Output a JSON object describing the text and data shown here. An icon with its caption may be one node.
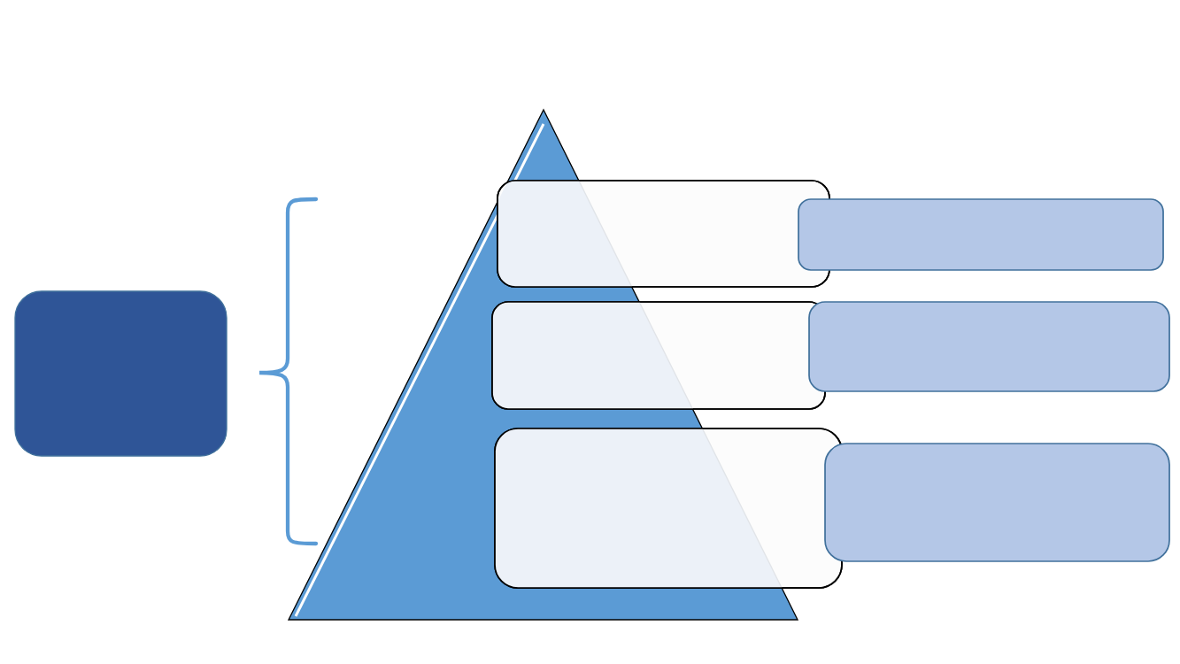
{
  "diagram": {
    "nodes": [
      {
        "text": [],
        "shape": "box"
      },
      {
        "text": [],
        "shape": "triangle"
      },
      {
        "text": [],
        "shape": "box"
      },
      {
        "text": [],
        "shape": "box"
      },
      {
        "text": [],
        "shape": "box"
      },
      {
        "text": [],
        "shape": "box"
      },
      {
        "text": [],
        "shape": "box"
      },
      {
        "text": [],
        "shape": "box"
      }
    ]
  }
}
